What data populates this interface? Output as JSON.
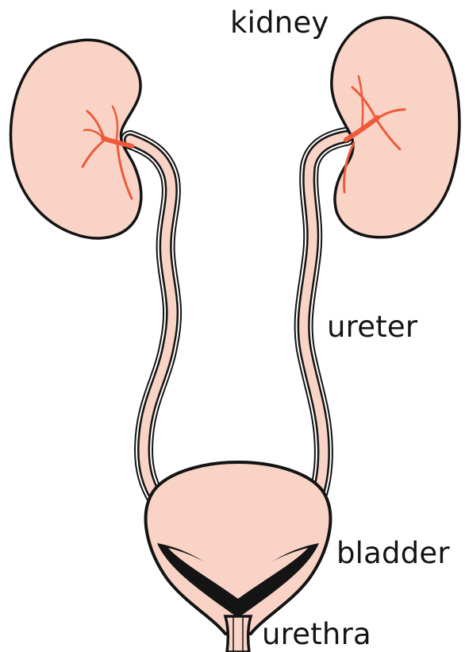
{
  "labels": {
    "kidney": "kidney",
    "ureter": "ureter",
    "bladder": "bladder",
    "urethra": "urethra"
  },
  "colors": {
    "organ_fill": "#f9d3c6",
    "outline": "#141414",
    "vessels": "#ee5a3b",
    "background": "#ffffff"
  }
}
